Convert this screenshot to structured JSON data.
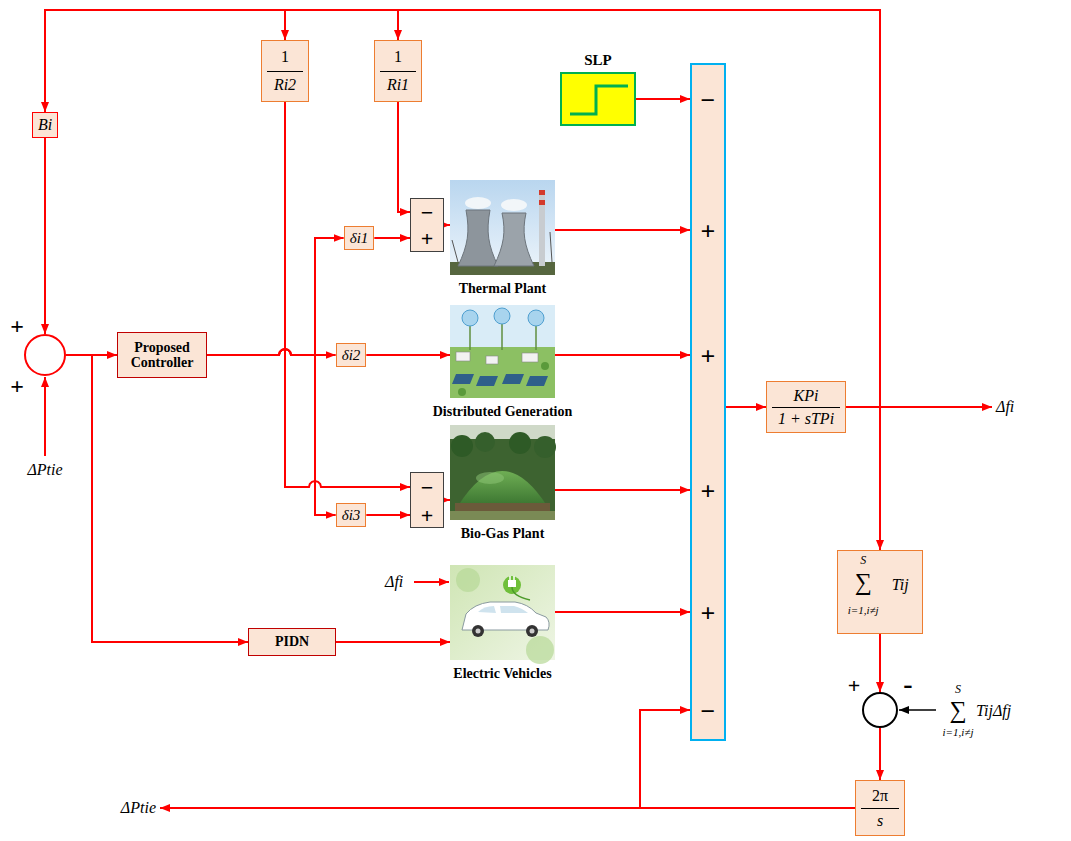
{
  "diagram": {
    "nodes": [
      {
        "text": [
          "+",
          "+"
        ]
      },
      {
        "text": [
          "Bi"
        ]
      },
      {
        "text": [
          "1",
          "Ri2"
        ]
      },
      {
        "text": [
          "1",
          "Ri1"
        ]
      },
      {
        "text": [
          "SLP"
        ]
      },
      {
        "text": [
          "Proposed Controller"
        ]
      },
      {
        "text": [
          "δi1"
        ]
      },
      {
        "text": [
          "δi2"
        ]
      },
      {
        "text": [
          "δi3"
        ]
      },
      {
        "text": [
          "−",
          "+"
        ]
      },
      {
        "text": [
          "−",
          "+"
        ]
      },
      {
        "text": [
          "Thermal Plant"
        ]
      },
      {
        "text": [
          "Distributed Generation"
        ]
      },
      {
        "text": [
          "Bio-Gas Plant"
        ]
      },
      {
        "text": [
          "Electric Vehicles"
        ]
      },
      {
        "text": [
          "PIDN"
        ]
      },
      {
        "text": [
          "−",
          "+",
          "+",
          "+",
          "+",
          "−"
        ]
      },
      {
        "text": [
          "KPi",
          "1 + sTPi"
        ]
      },
      {
        "text": [
          "S",
          "∑",
          "i=1,i≠j",
          "Tij"
        ]
      },
      {
        "text": [
          "+",
          "-"
        ]
      },
      {
        "text": [
          "2π",
          "s"
        ]
      }
    ],
    "edges": [
      {
        "from": 17,
        "to": 1,
        "arrow": "to"
      },
      {
        "from": 17,
        "to": 2,
        "arrow": "to"
      },
      {
        "from": 17,
        "to": 3,
        "arrow": "to"
      },
      {
        "from": 17,
        "to": 18,
        "arrow": "to"
      },
      {
        "from": 1,
        "to": 0,
        "arrow": "to"
      },
      {
        "from": 0,
        "to": 5,
        "arrow": "to"
      },
      {
        "from": 0,
        "to": 15,
        "arrow": "to"
      },
      {
        "from": 5,
        "to": 6,
        "arrow": "to"
      },
      {
        "from": 5,
        "to": 7,
        "arrow": "to"
      },
      {
        "from": 5,
        "to": 8,
        "arrow": "to"
      },
      {
        "from": 3,
        "to": 9,
        "arrow": "to"
      },
      {
        "from": 6,
        "to": 9,
        "arrow": "to"
      },
      {
        "from": 2,
        "to": 10,
        "arrow": "to"
      },
      {
        "from": 8,
        "to": 10,
        "arrow": "to"
      },
      {
        "from": 9,
        "to": 11,
        "arrow": "to"
      },
      {
        "from": 7,
        "to": 12,
        "arrow": "to"
      },
      {
        "from": 10,
        "to": 13,
        "arrow": "to"
      },
      {
        "from": 15,
        "to": 14,
        "arrow": "to"
      },
      {
        "from": 4,
        "to": 16,
        "arrow": "to"
      },
      {
        "from": 11,
        "to": 16,
        "arrow": "to"
      },
      {
        "from": 12,
        "to": 16,
        "arrow": "to"
      },
      {
        "from": 13,
        "to": 16,
        "arrow": "to"
      },
      {
        "from": 14,
        "to": 16,
        "arrow": "to"
      },
      {
        "from": 16,
        "to": 17,
        "arrow": "to"
      },
      {
        "from": 18,
        "to": 19,
        "arrow": "to"
      },
      {
        "from": 19,
        "to": 20,
        "arrow": "to"
      },
      {
        "from": 20,
        "to": 16,
        "arrow": "to"
      }
    ],
    "labels": [
      "ΔPtie",
      "Δfi",
      "Δfi",
      "ΔPtie",
      "S",
      "∑",
      "i=1,i≠j",
      "TijΔfj"
    ]
  }
}
